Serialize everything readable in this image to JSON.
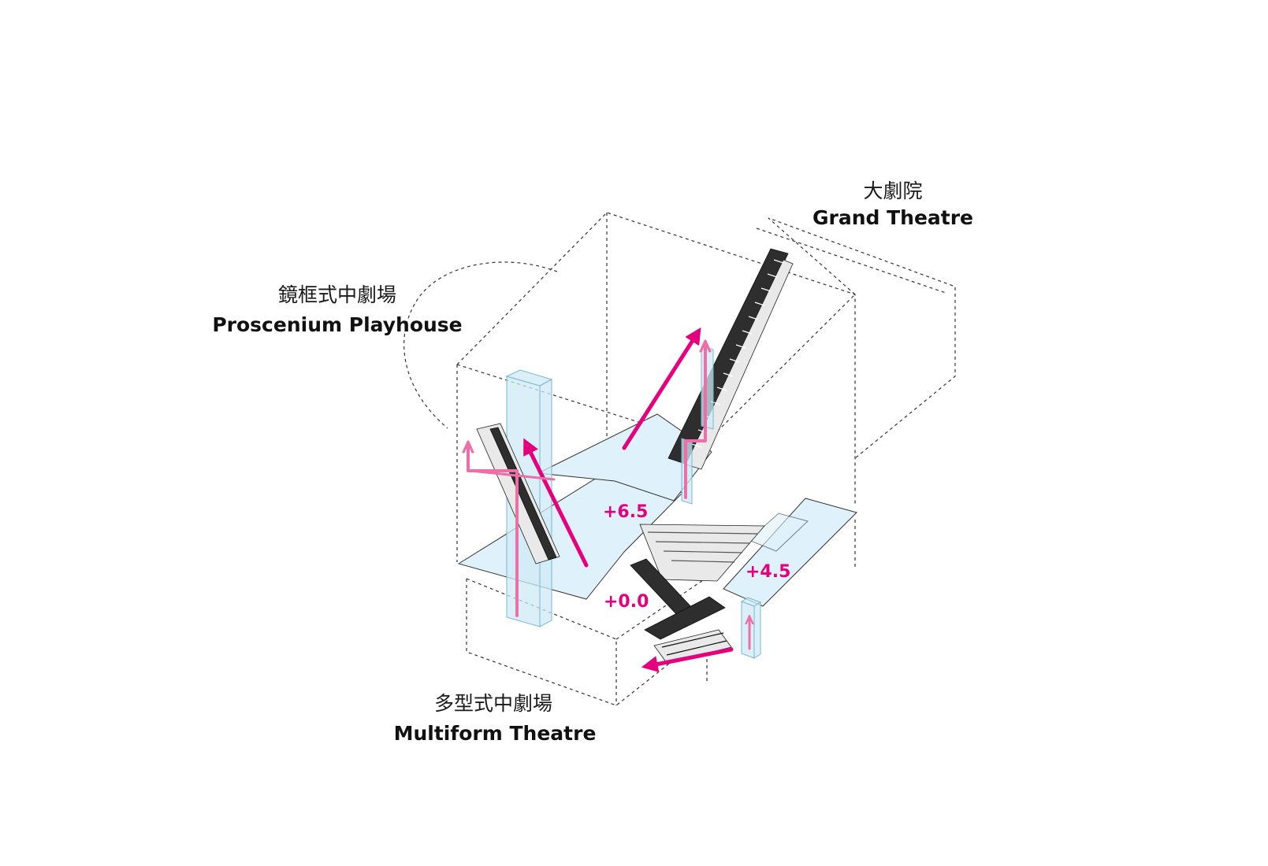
{
  "venues": {
    "grand_theatre": {
      "zh": "大劇院",
      "en": "Grand Theatre"
    },
    "proscenium_playhouse": {
      "zh": "鏡框式中劇場",
      "en": "Proscenium Playhouse"
    },
    "multiform_theatre": {
      "zh": "多型式中劇場",
      "en": "Multiform Theatre"
    }
  },
  "levels": {
    "upper": "+6.5",
    "middle": "+4.5",
    "ground": "+0.0"
  },
  "colors": {
    "circulation": "#e5007e",
    "circulation_light": "#ee6fa8",
    "slab": "#dff1fa",
    "core": "#cfe9f5"
  }
}
